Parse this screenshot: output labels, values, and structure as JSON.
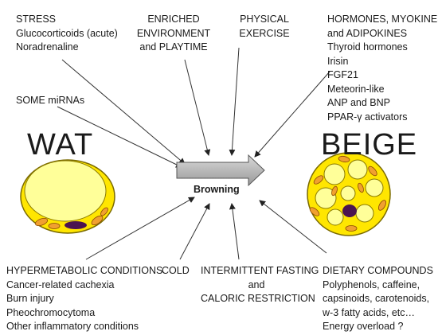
{
  "labels": {
    "wat": "WAT",
    "beige": "BEIGE",
    "browning": "Browning"
  },
  "blocks": {
    "stress": [
      "STRESS",
      "Glucocorticoids (acute)",
      "Noradrenaline"
    ],
    "enriched": [
      "ENRICHED",
      "ENVIRONMENT",
      "and PLAYTIME"
    ],
    "physical": [
      "PHYSICAL",
      "EXERCISE"
    ],
    "hormones": [
      "HORMONES, MYOKINES",
      "and ADIPOKINES",
      "Thyroid hormones",
      "Irisin",
      "FGF21",
      "Meteorin-like",
      "ANP and BNP",
      "PPAR-γ activators"
    ],
    "mirnas": [
      "SOME miRNAs"
    ],
    "hypermetabolic": [
      "HYPERMETABOLIC CONDITIONS",
      "Cancer-related cachexia",
      "Burn injury",
      "Pheochromocytoma",
      "Other inflammatory conditions"
    ],
    "cold": [
      "COLD"
    ],
    "fasting": [
      "INTERMITTENT FASTING",
      "and",
      "CALORIC RESTRICTION"
    ],
    "dietary": [
      "DIETARY COMPOUNDS",
      "Polyphenols, caffeine,",
      "capsinoids, carotenoids,",
      "w-3 fatty acids, etc…",
      "Energy overload ?"
    ]
  },
  "colors": {
    "cell_yellow": "#ffe600",
    "cell_light": "#ffff99",
    "mito_orange": "#f0a030",
    "nucleus_purple": "#4b1450",
    "arrow_gray": "#b0b0b0"
  }
}
